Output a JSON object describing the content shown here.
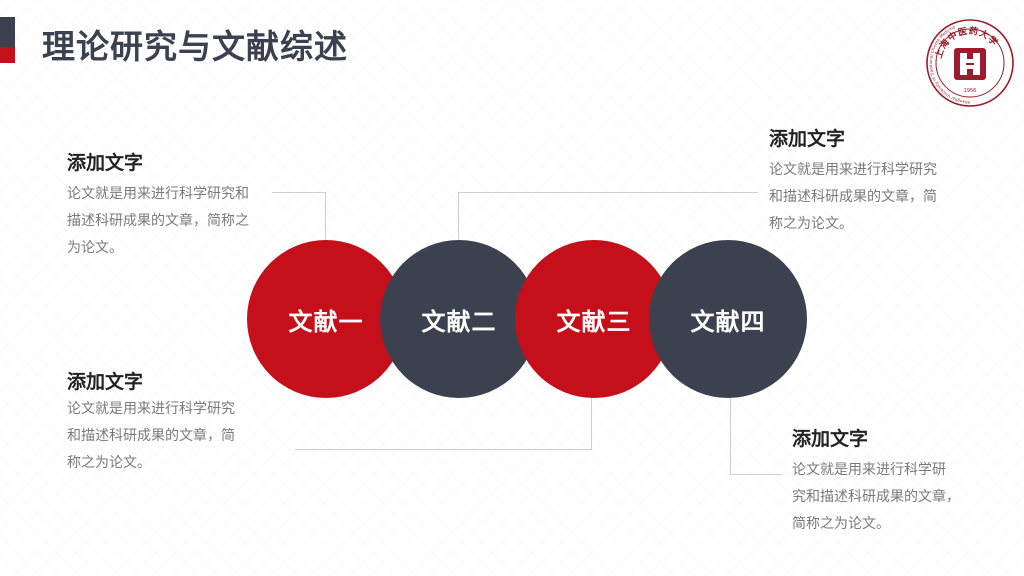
{
  "title": "理论研究与文献综述",
  "logo": {
    "arc_text": "上海中医药大学",
    "ring_text": "Shanghai University of Traditional Chinese Medicine",
    "year": "1956"
  },
  "circles": [
    "文献一",
    "文献二",
    "文献三",
    "文献四"
  ],
  "blocks": [
    {
      "heading": "添加文字",
      "lines": [
        "论文就是用来进行科学研究和",
        "描述科研成果的文章，简称之",
        "为论文。"
      ]
    },
    {
      "heading": "添加文字",
      "lines": [
        "论文就是用来进行科学研究",
        "和描述科研成果的文章，简",
        "称之为论文。"
      ]
    },
    {
      "heading": "添加文字",
      "lines": [
        "论文就是用来进行科学研究",
        "和描述科研成果的文章，简",
        "称之为论文。"
      ]
    },
    {
      "heading": "添加文字",
      "lines": [
        "论文就是用来进行科学研",
        "究和描述科研成果的文章，",
        "简称之为论文。"
      ]
    }
  ]
}
